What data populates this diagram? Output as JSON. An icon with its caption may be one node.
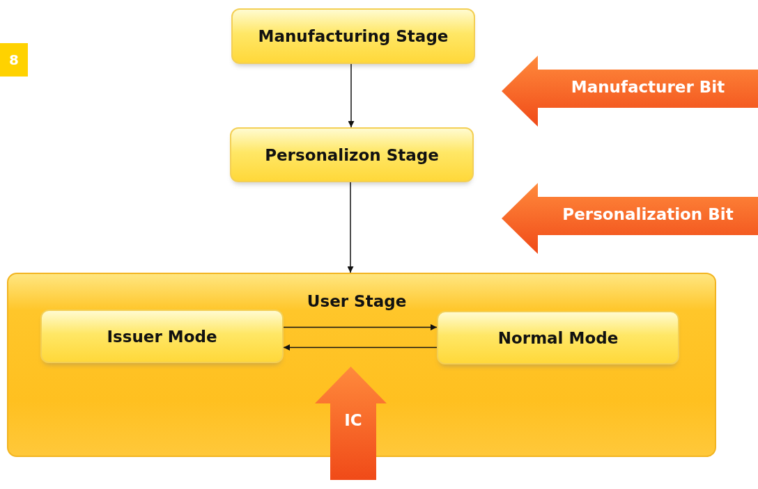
{
  "diagram": {
    "nodes": [
      {
        "text": [
          "Manufacturing Stage"
        ]
      },
      {
        "text": [
          "Personalizon Stage"
        ]
      },
      {
        "text": [
          "User Stage"
        ]
      },
      {
        "text": [
          "Issuer Mode"
        ],
        "in": 2
      },
      {
        "text": [
          "Normal Mode"
        ],
        "in": 2
      },
      {
        "text": [
          "Manufacturer Bit"
        ]
      },
      {
        "text": [
          "Personalization Bit"
        ]
      },
      {
        "text": [
          "IC"
        ]
      }
    ],
    "edges": [
      {
        "from": 0,
        "to": 1,
        "arrow": "to"
      },
      {
        "from": 1,
        "to": 2,
        "arrow": "to"
      },
      {
        "from": 3,
        "to": 4,
        "arrow": "to"
      },
      {
        "from": 4,
        "to": 3,
        "arrow": "to"
      }
    ],
    "labels": [
      "8"
    ]
  }
}
